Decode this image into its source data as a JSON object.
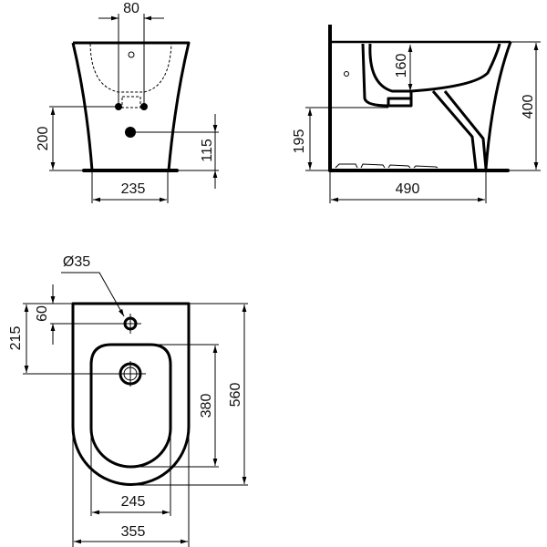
{
  "front_view": {
    "dim_inlet_spacing": "80",
    "dim_inlet_height": "200",
    "dim_outlet_height": "115",
    "dim_base_width": "235"
  },
  "side_view": {
    "dim_bowl_depth": "160",
    "dim_outlet_height": "195",
    "dim_total_height": "400",
    "dim_depth": "490"
  },
  "top_view": {
    "dim_tap_hole_diameter": "Ø35",
    "dim_tap_hole_offset": "60",
    "dim_drain_offset": "215",
    "dim_bowl_length": "380",
    "dim_total_length": "560",
    "dim_bowl_width": "245",
    "dim_total_width": "355"
  }
}
